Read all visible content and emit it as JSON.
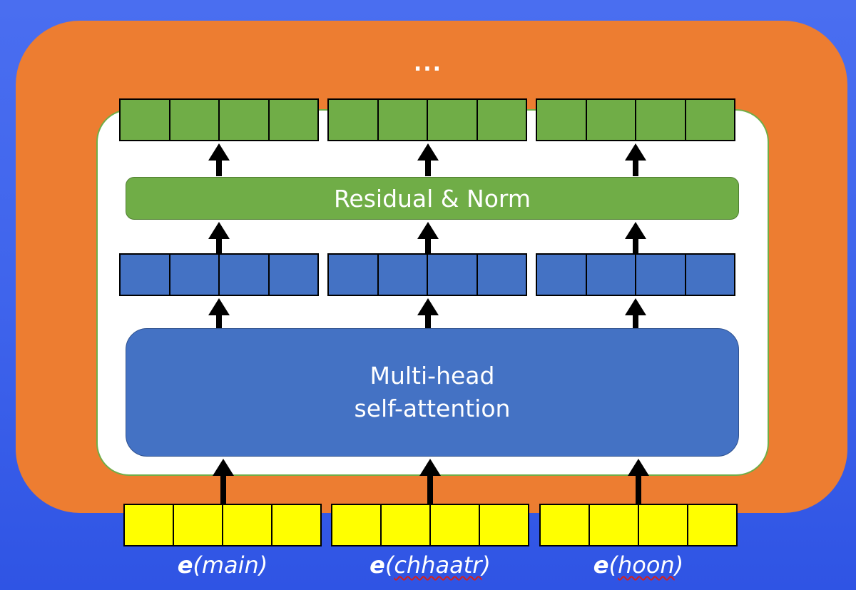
{
  "diagram": {
    "ellipsis": "...",
    "residual_norm_label": "Residual & Norm",
    "attention_label_line1": "Multi-head",
    "attention_label_line2": "self-attention",
    "inputs": [
      {
        "fn": "e",
        "open": "(",
        "word": "main",
        "close": ")"
      },
      {
        "fn": "e",
        "open": "(",
        "word": "chhaatr",
        "close": ")"
      },
      {
        "fn": "e",
        "open": "(",
        "word": "hoon",
        "close": ")"
      }
    ],
    "colors": {
      "background": "#4169e1",
      "outer_block": "#ed7d31",
      "inner_panel": "#ffffff",
      "green": "#70ad47",
      "blue": "#4472c4",
      "yellow": "#ffff00",
      "arrow": "#000000"
    }
  }
}
